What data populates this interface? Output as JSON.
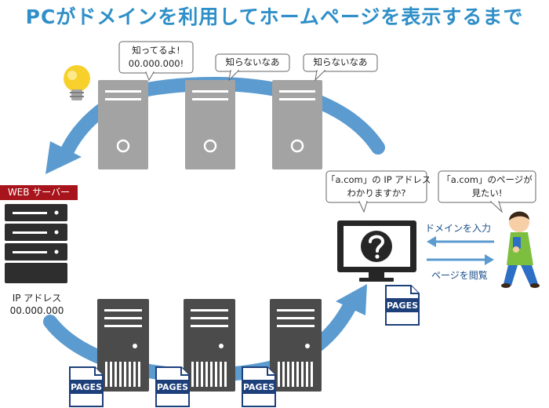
{
  "title": "PCがドメインを利用してホームページを表示するまで",
  "bubbles": {
    "dns1_line1": "知ってるよ!",
    "dns1_line2": "00.000.000!",
    "dns2": "知らないなあ",
    "dns3": "知らないなあ",
    "pc_line1": "「a.com」の IP アドレス",
    "pc_line2": "わかりますか?",
    "user_line1": "「a.com」のページが",
    "user_line2": "見たい!"
  },
  "web_server": {
    "badge": "WEB サーバー",
    "ip_label": "IP アドレス",
    "ip_value": "00.000.000"
  },
  "pages_label": "PAGES",
  "arrows": {
    "input_domain": "ドメインを入力",
    "view_page": "ページを閲覧"
  },
  "colors": {
    "title": "#2f8fc8",
    "arrow": "#5b9bd0",
    "server_light": "#a3a3a3",
    "server_dark": "#4b4b4b",
    "badge": "#a8141b",
    "pages": "#1d3f7a"
  }
}
